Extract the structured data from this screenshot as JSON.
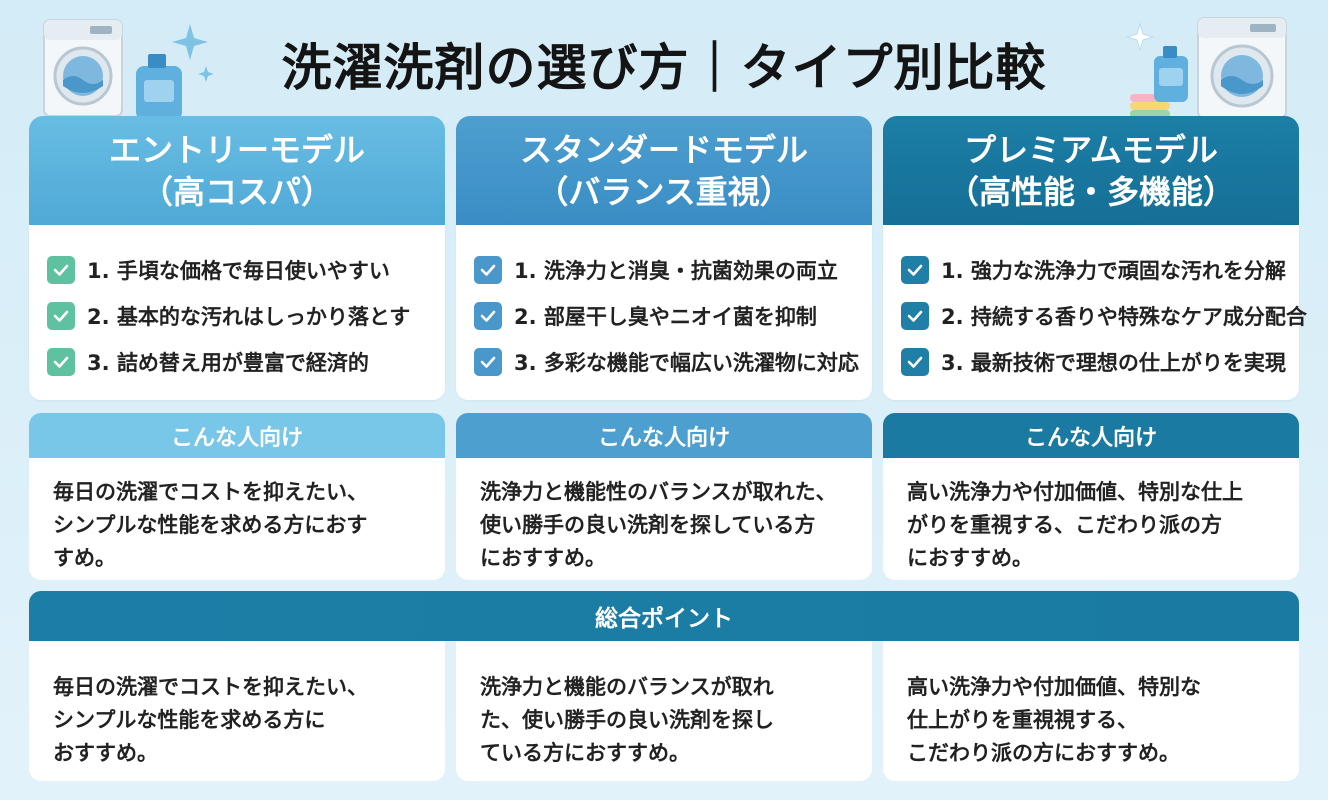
{
  "title": "洗濯洗剤の選び方｜タイプ別比較",
  "columns": [
    {
      "name": "エントリーモデル",
      "subtitle": "（高コスパ）",
      "features": [
        "1. 手頃な価格で毎日使いやすい",
        "2. 基本的な汚れはしっかり落とす",
        "3. 詰め替え用が豊富で経済的"
      ],
      "who_title": "こんな人向け",
      "who_lines": [
        "毎日の洗濯でコストを抑えたい、",
        "シンプルな性能を求める方におす",
        "すめ。"
      ]
    },
    {
      "name": "スタンダードモデル",
      "subtitle": "（バランス重視）",
      "features": [
        "1. 洗浄力と消臭・抗菌効果の両立",
        "2. 部屋干し臭やニオイ菌を抑制",
        "3. 多彩な機能で幅広い洗濯物に対応"
      ],
      "who_title": "こんな人向け",
      "who_lines": [
        "洗浄力と機能性のバランスが取れた、",
        "使い勝手の良い洗剤を探している方",
        "におすすめ。"
      ]
    },
    {
      "name": "プレミアムモデル",
      "subtitle": "（高性能・多機能）",
      "features": [
        "1. 強力な洗浄力で頑固な汚れを分解",
        "2. 持続する香りや特殊なケア成分配合",
        "3. 最新技術で理想の仕上がりを実現"
      ],
      "who_title": "こんな人向け",
      "who_lines": [
        "高い洗浄力や付加価値、特別な仕上",
        "がりを重視する、こだわり派の方",
        "におすすめ。"
      ]
    }
  ],
  "summary": {
    "title": "総合ポイント",
    "items": [
      [
        "毎日の洗濯でコストを抑えたい、",
        "シンプルな性能を求める方に",
        "おすすめ。"
      ],
      [
        "洗浄力と機能のバランスが取れ",
        "た、使い勝手の良い洗剤を探し",
        "ている方におすすめ。"
      ],
      [
        "高い洗浄力や付加価値、特別な",
        "仕上がりを重視視する、",
        "こだわり派の方におすすめ。"
      ]
    ]
  },
  "colors": {
    "entry": "#5ec2a0",
    "standard": "#4a97cc",
    "premium": "#1f7fa6"
  },
  "icons": [
    "washing-machine-icon",
    "detergent-bottle-icon",
    "sparkle-icon",
    "checkbox-icon"
  ]
}
